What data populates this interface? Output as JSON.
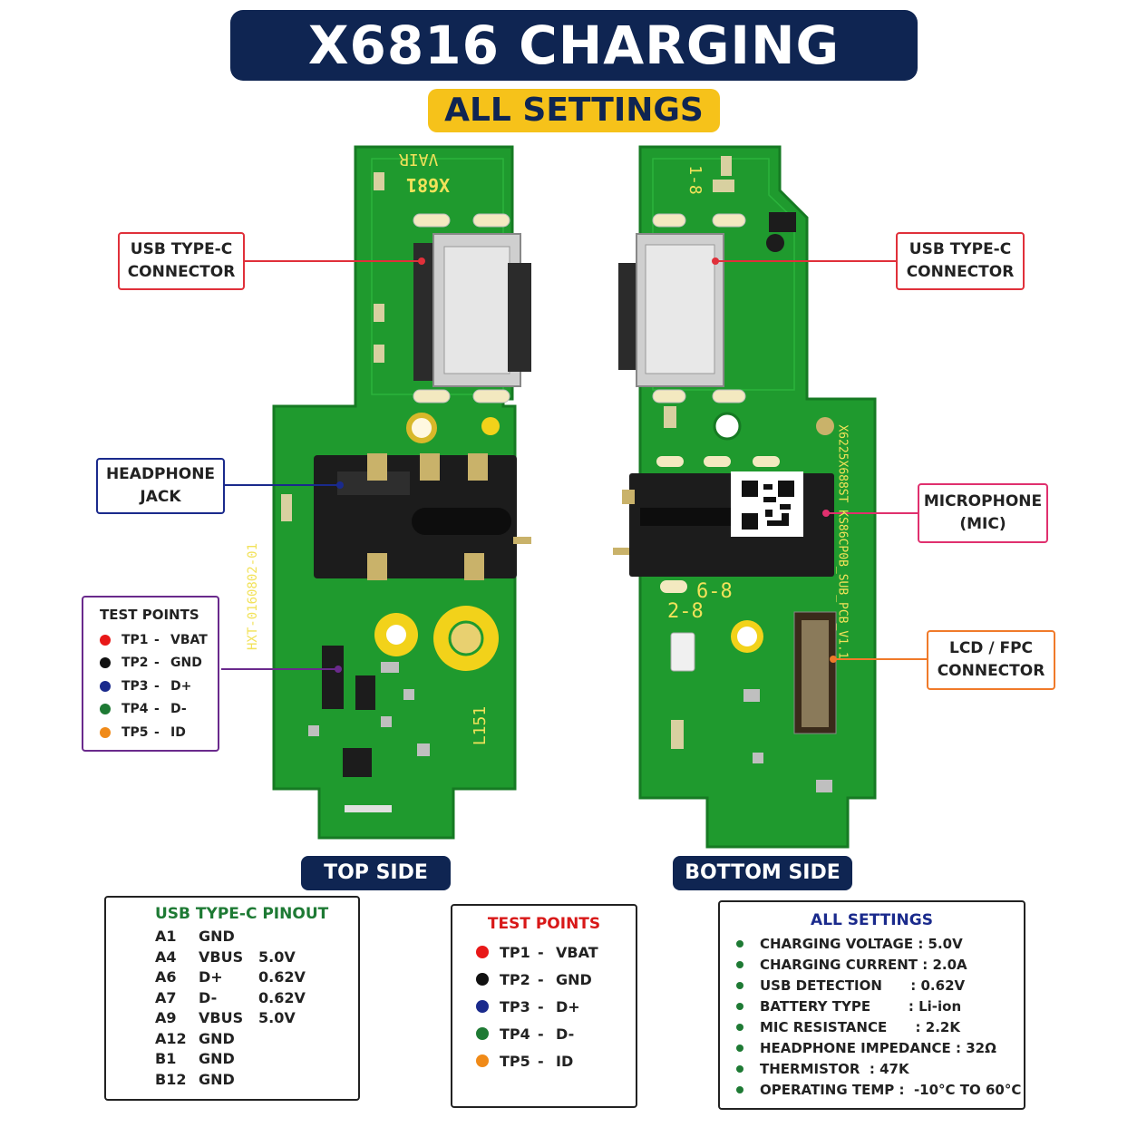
{
  "title": "X6816 CHARGING BOARD",
  "subtitle": "ALL SETTINGS",
  "top_side_label": "TOP SIDE",
  "bottom_side_label": "BOTTOM SIDE",
  "board_silkscreen": {
    "top_model": "X681",
    "top_model_rev": "VAIR",
    "top_pcb_code": "HXT-0160802-01",
    "top_l151": "L151",
    "bottom_1_8": "1-8",
    "bottom_6_8": "6-8",
    "bottom_2_8": "2-8",
    "bottom_pcb_code": "X6225X688ST KS86CP0B_SUB_PCB_V1.1"
  },
  "callouts": {
    "usb_left": [
      "USB TYPE-C",
      "CONNECTOR"
    ],
    "usb_right": [
      "USB TYPE-C",
      "CONNECTOR"
    ],
    "headphone": [
      "HEADPHONE",
      "JACK"
    ],
    "microphone": [
      "MICROPHONE",
      "(MIC)"
    ],
    "lcd": [
      "LCD / FPC",
      "CONNECTOR"
    ],
    "test_points": {
      "title": "TEST POINTS",
      "items": [
        {
          "id": "TP1",
          "sep": "-",
          "name": "VBAT",
          "color": "#e81818"
        },
        {
          "id": "TP2",
          "sep": "-",
          "name": "GND",
          "color": "#111111"
        },
        {
          "id": "TP3",
          "sep": "-",
          "name": "D+",
          "color": "#1a2a8c"
        },
        {
          "id": "TP4",
          "sep": "-",
          "name": "D-",
          "color": "#1e7a34"
        },
        {
          "id": "TP5",
          "sep": "-",
          "name": "ID",
          "color": "#f08a18"
        }
      ]
    }
  },
  "usb_pinout": {
    "title": "USB TYPE-C PINOUT",
    "rows": [
      {
        "pin": "A1",
        "signal": "GND",
        "value": ""
      },
      {
        "pin": "A4",
        "signal": "VBUS",
        "value": "5.0V"
      },
      {
        "pin": "A6",
        "signal": "D+",
        "value": "0.62V"
      },
      {
        "pin": "A7",
        "signal": "D-",
        "value": "0.62V"
      },
      {
        "pin": "A9",
        "signal": "VBUS",
        "value": "5.0V"
      },
      {
        "pin": "A12",
        "signal": "GND",
        "value": ""
      },
      {
        "pin": "B1",
        "signal": "GND",
        "value": ""
      },
      {
        "pin": "B12",
        "signal": "GND",
        "value": ""
      }
    ]
  },
  "test_points_table": {
    "title": "TEST POINTS",
    "items": [
      {
        "id": "TP1",
        "sep": "-",
        "name": "VBAT",
        "color": "#e81818"
      },
      {
        "id": "TP2",
        "sep": "-",
        "name": "GND",
        "color": "#111111"
      },
      {
        "id": "TP3",
        "sep": "-",
        "name": "D+",
        "color": "#1a2a8c"
      },
      {
        "id": "TP4",
        "sep": "-",
        "name": "D-",
        "color": "#1e7a34"
      },
      {
        "id": "TP5",
        "sep": "-",
        "name": "ID",
        "color": "#f08a18"
      }
    ]
  },
  "all_settings": {
    "title": "ALL SETTINGS",
    "items": [
      "CHARGING VOLTAGE : 5.0V",
      "CHARGING CURRENT : 2.0A",
      "USB DETECTION      : 0.62V",
      "BATTERY TYPE        : Li-ion",
      "MIC RESISTANCE      : 2.2K",
      "HEADPHONE IMPEDANCE : 32Ω",
      "THERMISTOR  : 47K",
      "OPERATING TEMP :  -10°C TO 60°C"
    ]
  },
  "colors": {
    "navy": "#0f2552",
    "yellow": "#f6c21a",
    "pcb_green": "#1f9a2e",
    "usb_callout": "#e0303a",
    "headphone_callout": "#1a2a8c",
    "test_points_callout": "#6a2a8c",
    "microphone_callout": "#e0306e",
    "lcd_callout": "#f07a2a",
    "pinout_title": "#1e7a34",
    "test_points_title": "#d81818",
    "settings_title": "#1a2a8c",
    "bullet": "#1e7a34"
  }
}
